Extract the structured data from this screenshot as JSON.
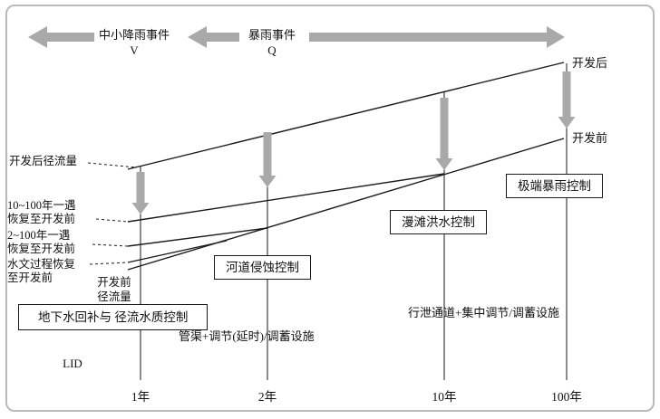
{
  "colors": {
    "arrow_gray": "#a9a9a9",
    "line_black": "#1a1a1a",
    "frame_gray": "#b9b9b9"
  },
  "legend": {
    "small_rain": {
      "label": "中小降雨事件",
      "symbol": "V"
    },
    "storm": {
      "label": "暴雨事件",
      "symbol": "Q"
    }
  },
  "left_labels": {
    "postdev_runoff": "开发后径流量",
    "restore_10_100": {
      "line1": "10~100年一遇",
      "line2": "恢复至开发前"
    },
    "restore_2_100": {
      "line1": "2~100年一遇",
      "line2": "恢复至开发前"
    },
    "hydro_restore": {
      "line1": "水文过程恢复",
      "line2": "至开发前"
    },
    "predev_runoff": {
      "line1": "开发前",
      "line2": "径流量"
    }
  },
  "curve_labels": {
    "postdev": "开发后",
    "predev": "开发前"
  },
  "control_boxes": {
    "groundwater_quality": {
      "line1": "地下水回补与",
      "line2": "径流水质控制"
    },
    "channel_erosion": "河道侵蚀控制",
    "overbank_flood": "漫滩洪水控制",
    "extreme_storm": "极端暴雨控制"
  },
  "measures": {
    "lid": "LID",
    "pipe_detention": "管渠+调节(延时)/调蓄设施",
    "conveyance_storage": "行泄通道+集中调节/调蓄设施"
  },
  "x_axis": {
    "ticks": [
      "1年",
      "2年",
      "10年",
      "100年"
    ]
  }
}
